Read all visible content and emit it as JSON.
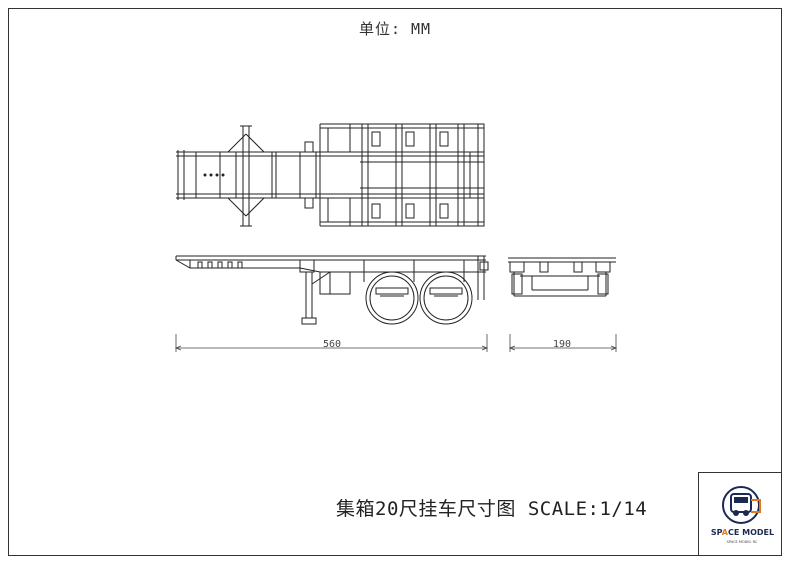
{
  "unit_label": "单位: MM",
  "dimensions": {
    "length": "560",
    "width": "190"
  },
  "title": "集箱20尺挂车尺寸图 SCALE:1/14",
  "brand": {
    "name_part1": "SP",
    "name_accent": "A",
    "name_part2": "CE MODEL",
    "tagline": "SPACE MODEL RC",
    "accent_color": "#e07a1c",
    "brand_color": "#1b2a55"
  }
}
